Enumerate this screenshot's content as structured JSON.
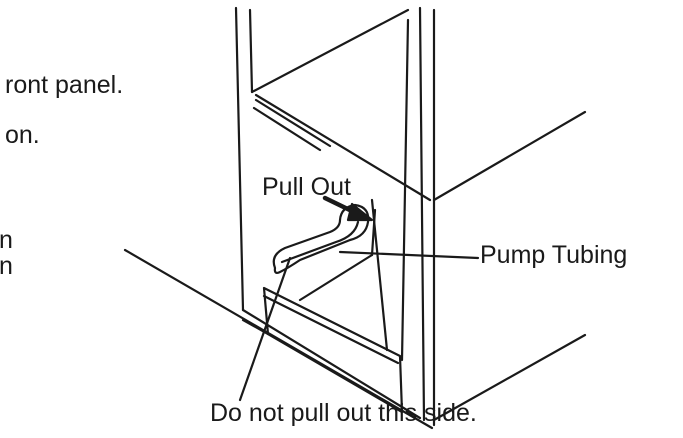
{
  "text_fragments": [
    {
      "id": "frag-1",
      "text": "ront panel."
    },
    {
      "id": "frag-2",
      "text": "on."
    },
    {
      "id": "frag-3",
      "text": "n"
    },
    {
      "id": "frag-4",
      "text": "n"
    }
  ],
  "labels": {
    "pull_out": "Pull Out",
    "pump_tubing": "Pump Tubing",
    "do_not_pull": "Do not pull out this side."
  },
  "colors": {
    "line": "#1a1a1a",
    "background": "#ffffff"
  }
}
